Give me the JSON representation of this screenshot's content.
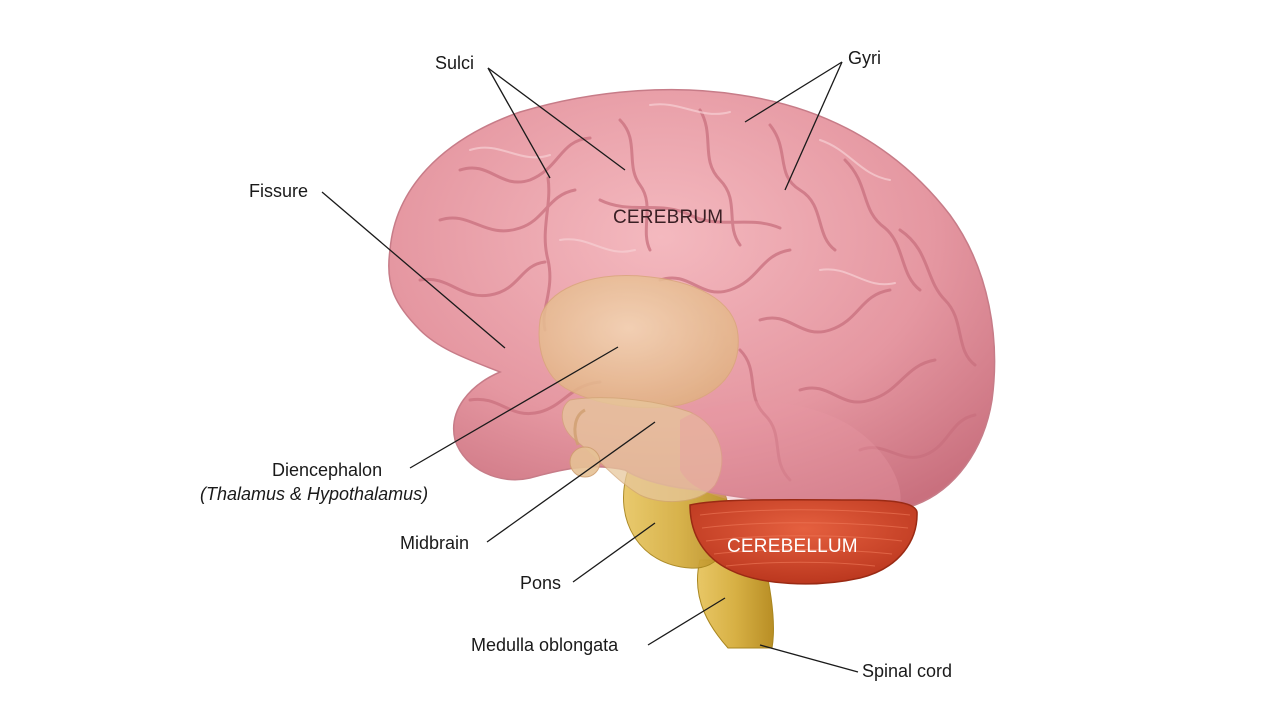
{
  "colors": {
    "background": "#ffffff",
    "cerebrum": "#e79aa4",
    "cerebrum_shadow": "#c9707e",
    "diencephalon": "#e9c49a",
    "brainstem": "#d7b044",
    "cerebellum": "#d2452a",
    "leader_line": "#1a1a1a"
  },
  "regions": {
    "cerebrum": "CEREBRUM",
    "cerebellum": "CEREBELLUM"
  },
  "labels": {
    "sulci": "Sulci",
    "gyri": "Gyri",
    "fissure": "Fissure",
    "diencephalon": "Diencephalon",
    "diencephalon_note": "(Thalamus & Hypothalamus)",
    "midbrain": "Midbrain",
    "pons": "Pons",
    "medulla": "Medulla oblongata",
    "spinal_cord": "Spinal cord"
  }
}
